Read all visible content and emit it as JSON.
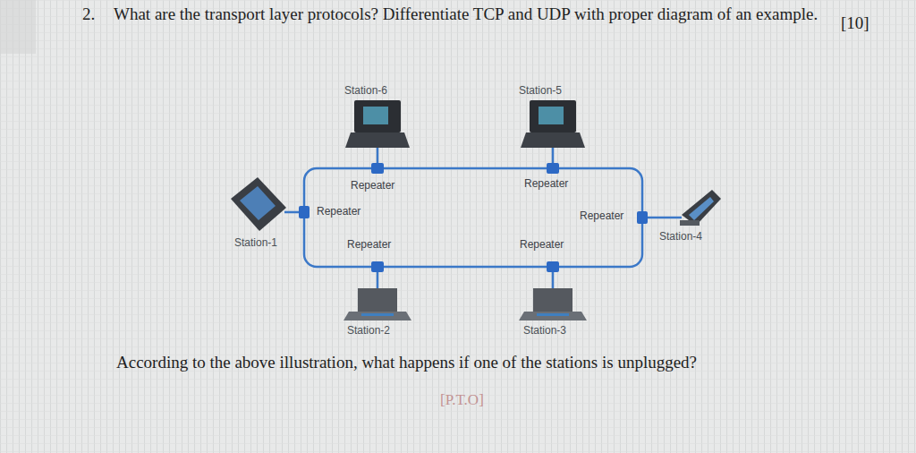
{
  "diagram": {
    "labels": [
      "2.",
      "What are the transport layer protocols? Differentiate TCP and UDP with proper diagram of an example.",
      "[10]",
      "Station-6",
      "Station-5",
      "Repeater",
      "Repeater",
      "Repeater",
      "Repeater",
      "Station-1",
      "Station-4",
      "Repeater",
      "Repeater",
      "Station-2",
      "Station-3",
      "According to the above illustration, what happens if one of the stations is unplugged?",
      "[P.T.O]"
    ]
  }
}
